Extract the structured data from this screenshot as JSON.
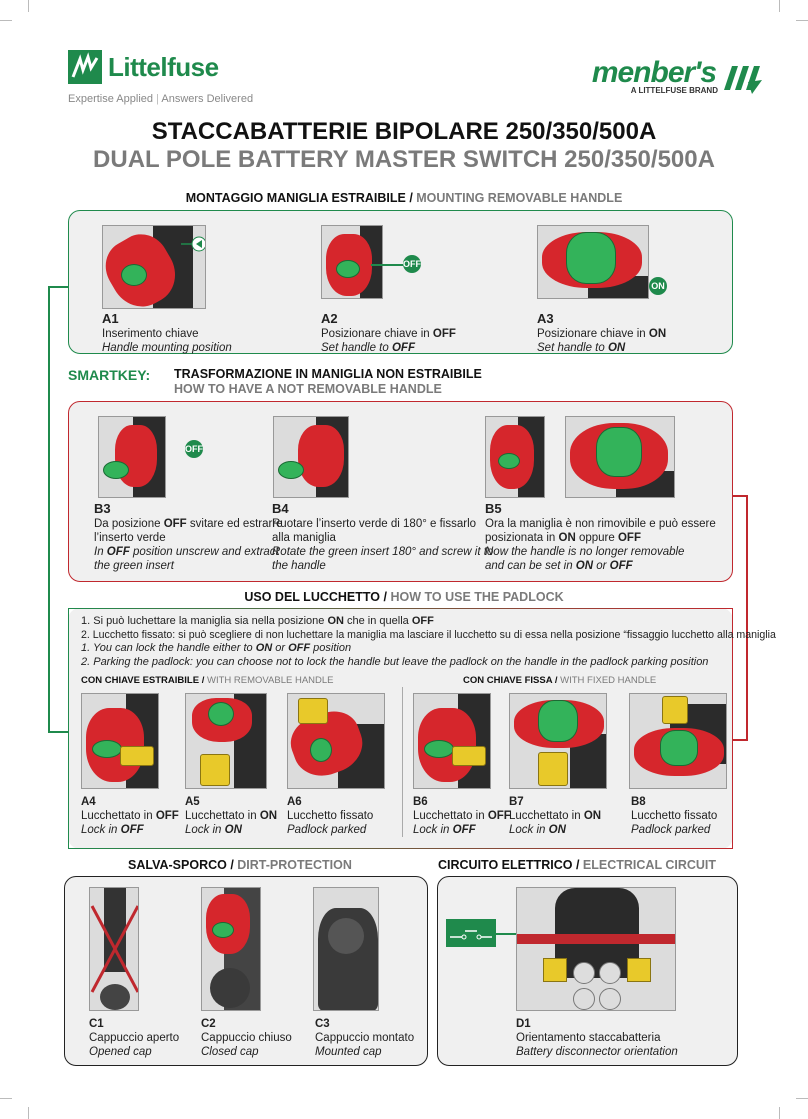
{
  "brand_left": {
    "name": "Littelfuse",
    "tagline_a": "Expertise Applied",
    "tagline_b": "Answers Delivered"
  },
  "brand_right": {
    "name": "menber's",
    "sub": "A LITTELFUSE BRAND"
  },
  "title_it": "STACCABATTERIE BIPOLARE 250/350/500A",
  "title_en": "DUAL POLE BATTERY MASTER SWITCH 250/350/500A",
  "sec_mount": {
    "it": "MONTAGGIO MANIGLIA ESTRAIBILE",
    "sep": " / ",
    "en": "MOUNTING REMOVABLE HANDLE"
  },
  "mount_steps": [
    {
      "code": "A1",
      "it": "Inserimento chiave",
      "en": "Handle  mounting position"
    },
    {
      "code": "A2",
      "it_pre": "Posizionare chiave in ",
      "it_bold": "OFF",
      "en_pre": "Set handle to ",
      "en_bold": "OFF",
      "badge": "OFF"
    },
    {
      "code": "A3",
      "it_pre": "Posizionare chiave in ",
      "it_bold": "ON",
      "en_pre": "Set handle to ",
      "en_bold": "ON",
      "badge": "ON"
    }
  ],
  "smartkey": {
    "label": "SMARTKEY:",
    "it": "TRASFORMAZIONE IN MANIGLIA NON ESTRAIBILE",
    "en": "HOW TO HAVE A NOT REMOVABLE HANDLE"
  },
  "smart_steps": [
    {
      "code": "B3",
      "l1_pre": "Da posizione ",
      "l1_bold": "OFF",
      "l1_post": " svitare ed estrarre",
      "l2": "l’inserto verde",
      "e1_pre": "In ",
      "e1_bold": "OFF",
      "e1_post": " position unscrew and extract",
      "e2": "the green insert",
      "badge": "OFF"
    },
    {
      "code": "B4",
      "l1": "Ruotare l’inserto verde di 180° e fissarlo",
      "l2": "alla maniglia",
      "e1": "Rotate the green insert 180° and screw it to",
      "e2": "the handle"
    },
    {
      "code": "B5",
      "l1": "Ora la maniglia è non rimovibile e può essere",
      "l2_pre": "posizionata in ",
      "l2_b1": "ON",
      "l2_mid": " oppure ",
      "l2_b2": "OFF",
      "e1": "Now the handle is no longer removable",
      "e2_pre": "and can be set in ",
      "e2_b1": "ON",
      "e2_mid": " or ",
      "e2_b2": "OFF"
    }
  ],
  "sec_padlock": {
    "it": "USO DEL LUCCHETTO",
    "sep": " / ",
    "en": "HOW TO USE THE PADLOCK"
  },
  "padlock_notes": {
    "n1_pre": "1.  Si può luchettare la maniglia sia nella posizione ",
    "n1_b1": "ON",
    "n1_mid": " che in quella ",
    "n1_b2": "OFF",
    "n2": "2.  Lucchetto fissato: si può scegliere di non luchettare la maniglia ma lasciare il lucchetto su di essa nella posizione “fissaggio lucchetto alla maniglia",
    "n3_pre": "1.  You can lock the handle either to ",
    "n3_b1": "ON",
    "n3_mid": " or ",
    "n3_b2": "OFF",
    "n3_post": " position",
    "n4": "2.  Parking the padlock: you can choose not to lock the handle but leave the padlock on the handle in the padlock parking position"
  },
  "padlock_sub_left": {
    "it": "CON CHIAVE ESTRAIBILE",
    "sep": " / ",
    "en": "WITH REMOVABLE HANDLE"
  },
  "padlock_sub_right": {
    "it": "CON CHIAVE FISSA",
    "sep": " / ",
    "en": "WITH FIXED HANDLE"
  },
  "padlock_steps": [
    {
      "code": "A4",
      "it_pre": "Lucchettato in ",
      "it_bold": "OFF",
      "en_pre": "Lock in ",
      "en_bold": "OFF"
    },
    {
      "code": "A5",
      "it_pre": "Lucchettato in ",
      "it_bold": "ON",
      "en_pre": "Lock in ",
      "en_bold": "ON"
    },
    {
      "code": "A6",
      "it": "Lucchetto fissato",
      "en": "Padlock parked"
    },
    {
      "code": "B6",
      "it_pre": "Lucchettato in ",
      "it_bold": "OFF",
      "en_pre": "Lock in ",
      "en_bold": "OFF"
    },
    {
      "code": "B7",
      "it_pre": "Lucchettato in ",
      "it_bold": "ON",
      "en_pre": "Lock in ",
      "en_bold": "ON"
    },
    {
      "code": "B8",
      "it": "Lucchetto fissato",
      "en": "Padlock parked"
    }
  ],
  "sec_dirt": {
    "it": "SALVA-SPORCO",
    "sep": " / ",
    "en": "DIRT-PROTECTION"
  },
  "dirt_steps": [
    {
      "code": "C1",
      "it": "Cappuccio aperto",
      "en": "Opened cap"
    },
    {
      "code": "C2",
      "it": "Cappuccio chiuso",
      "en": "Closed cap"
    },
    {
      "code": "C3",
      "it": "Cappuccio montato",
      "en": "Mounted cap"
    }
  ],
  "sec_circuit": {
    "it": "CIRCUITO ELETTRICO",
    "sep": " / ",
    "en": "ELECTRICAL CIRCUIT"
  },
  "circuit_step": {
    "code": "D1",
    "it": "Orientamento staccabatteria",
    "en": "Battery disconnector orientation"
  },
  "colors": {
    "green": "#1f8a4c",
    "red": "#c0282e",
    "yellow": "#e8c92a"
  }
}
